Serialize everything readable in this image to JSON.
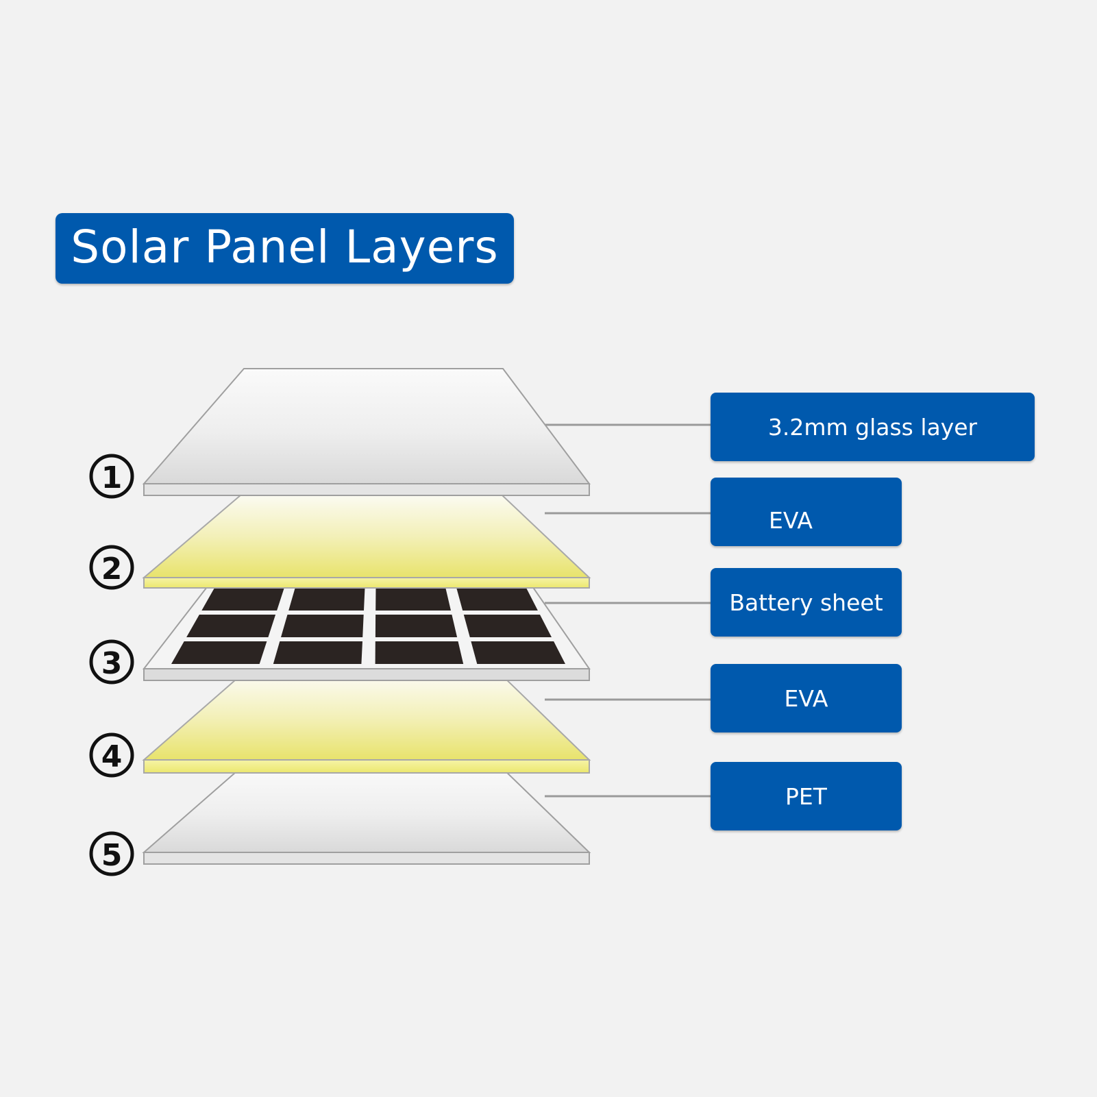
{
  "title": "Solar Panel Layers",
  "layers": [
    {
      "number": "1",
      "label": "3.2mm glass layer"
    },
    {
      "number": "2",
      "label": "EVA"
    },
    {
      "number": "3",
      "label": "Battery sheet"
    },
    {
      "number": "4",
      "label": "EVA"
    },
    {
      "number": "5",
      "label": "PET"
    }
  ],
  "colors": {
    "background": "#f2f2f2",
    "label_box": "#0059ad",
    "glass": "#e6e6e6",
    "eva": "#eeea86",
    "cell": "#2b2422",
    "connector": "#9a9a9a"
  }
}
